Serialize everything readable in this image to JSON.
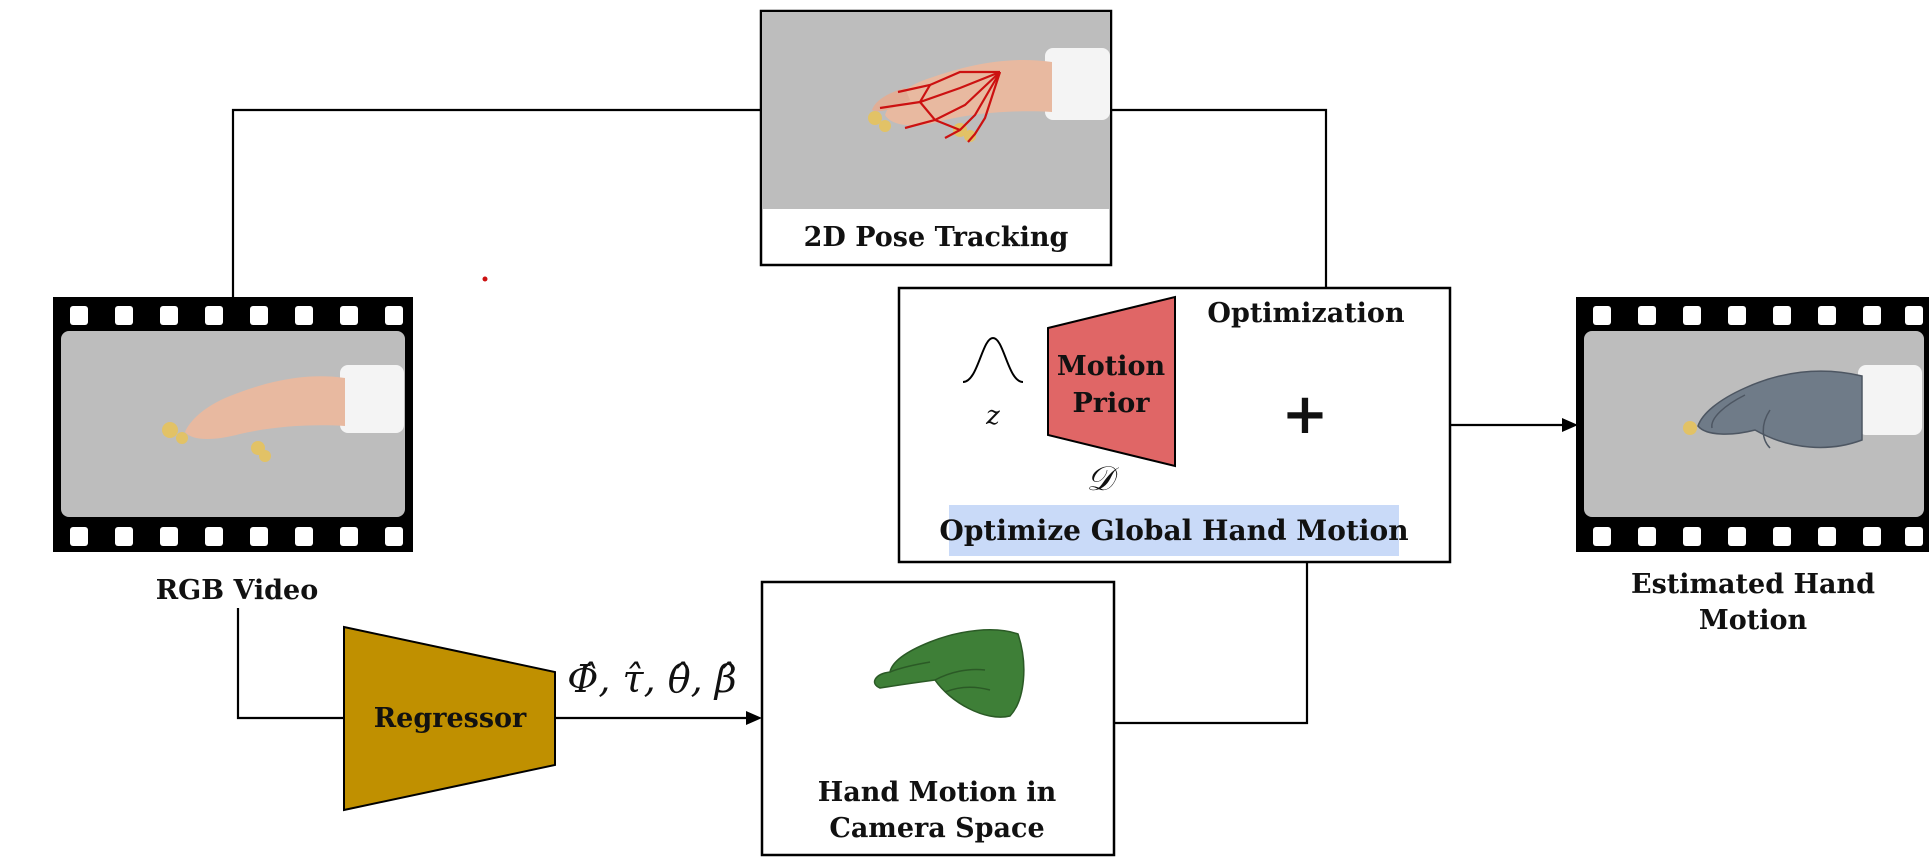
{
  "labels": {
    "rgb_video": "RGB Video",
    "pose_tracking": "2D Pose Tracking",
    "optimization_title": "Optimization",
    "motion_prior_line1": "Motion",
    "motion_prior_line2": "Prior",
    "latent_z": "z",
    "decoder": "𝒟",
    "plus": "+",
    "optimize_global": "Optimize Global Hand Motion",
    "estimated_line1": "Estimated Hand",
    "estimated_line2": "Motion",
    "regressor": "Regressor",
    "params": "Φ̂, τ̂, θ̂, β̂",
    "camera_space_line1": "Hand Motion in",
    "camera_space_line2": "Camera Space"
  },
  "colors": {
    "regressor_fill": "#C09000",
    "motion_prior_fill": "#E06666",
    "optimize_highlight": "#C9DAF8",
    "film_strip": "#000000",
    "photo_bg": "#BDBDBD",
    "hand_mesh_gray": "#6F7B88",
    "hand_mesh_green": "#3E7F37",
    "skeleton_red": "#CC1111"
  },
  "icons": {
    "gaussian": "gaussian-curve-icon",
    "film": "film-strip-icon",
    "hand": "hand-icon"
  }
}
